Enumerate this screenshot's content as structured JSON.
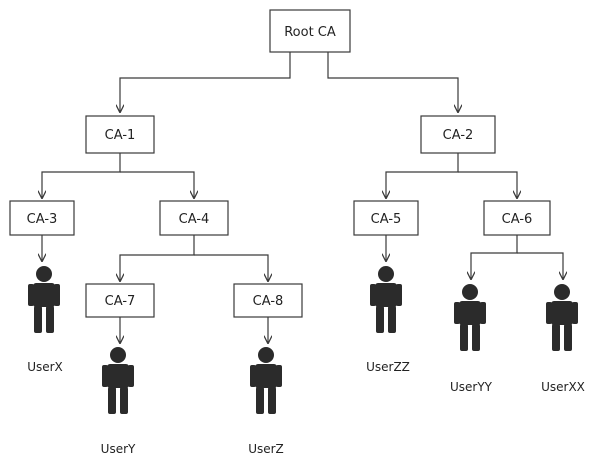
{
  "nodes": {
    "root": "Root CA",
    "ca1": "CA-1",
    "ca2": "CA-2",
    "ca3": "CA-3",
    "ca4": "CA-4",
    "ca5": "CA-5",
    "ca6": "CA-6",
    "ca7": "CA-7",
    "ca8": "CA-8"
  },
  "users": {
    "userx": "UserX",
    "usery": "UserY",
    "userz": "UserZ",
    "userzz": "UserZZ",
    "useryy": "UserYY",
    "userxx": "UserXX"
  },
  "icons": {
    "user": "person-icon"
  },
  "colors": {
    "line": "#3a3a3a",
    "person": "#2b2b2b"
  }
}
